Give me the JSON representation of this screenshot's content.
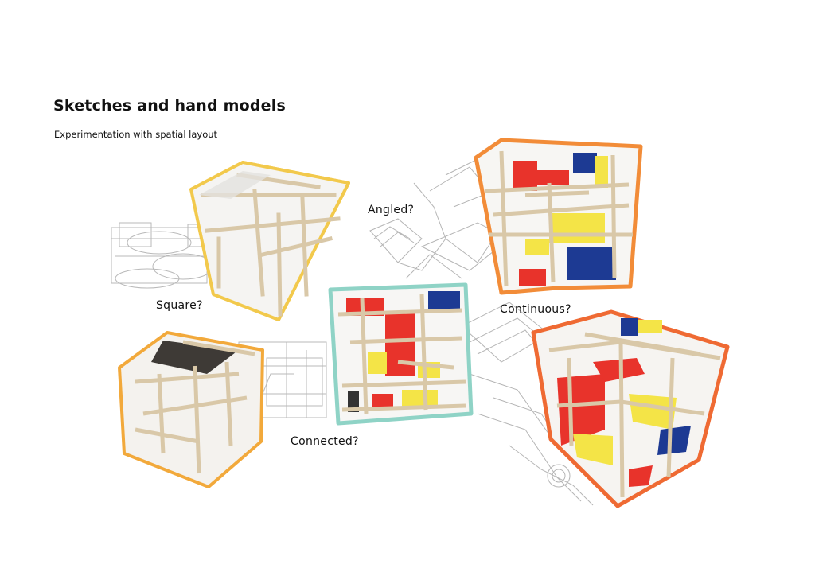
{
  "heading": {
    "title": "Sketches and hand models",
    "subtitle": "Experimentation with spatial layout"
  },
  "labels": {
    "square": "Square?",
    "angled": "Angled?",
    "continuous": "Continuous?",
    "connected": "Connected?"
  },
  "colors": {
    "frame_yellow": "#f2c94c",
    "frame_amber": "#f2a93b",
    "frame_orange": "#f28c38",
    "frame_red_orange": "#ef6a33",
    "frame_teal": "#8fd3c6",
    "wood": "#e6d8bf",
    "red": "#e8332b",
    "yellow": "#f4e447",
    "blue": "#1d3a93"
  }
}
